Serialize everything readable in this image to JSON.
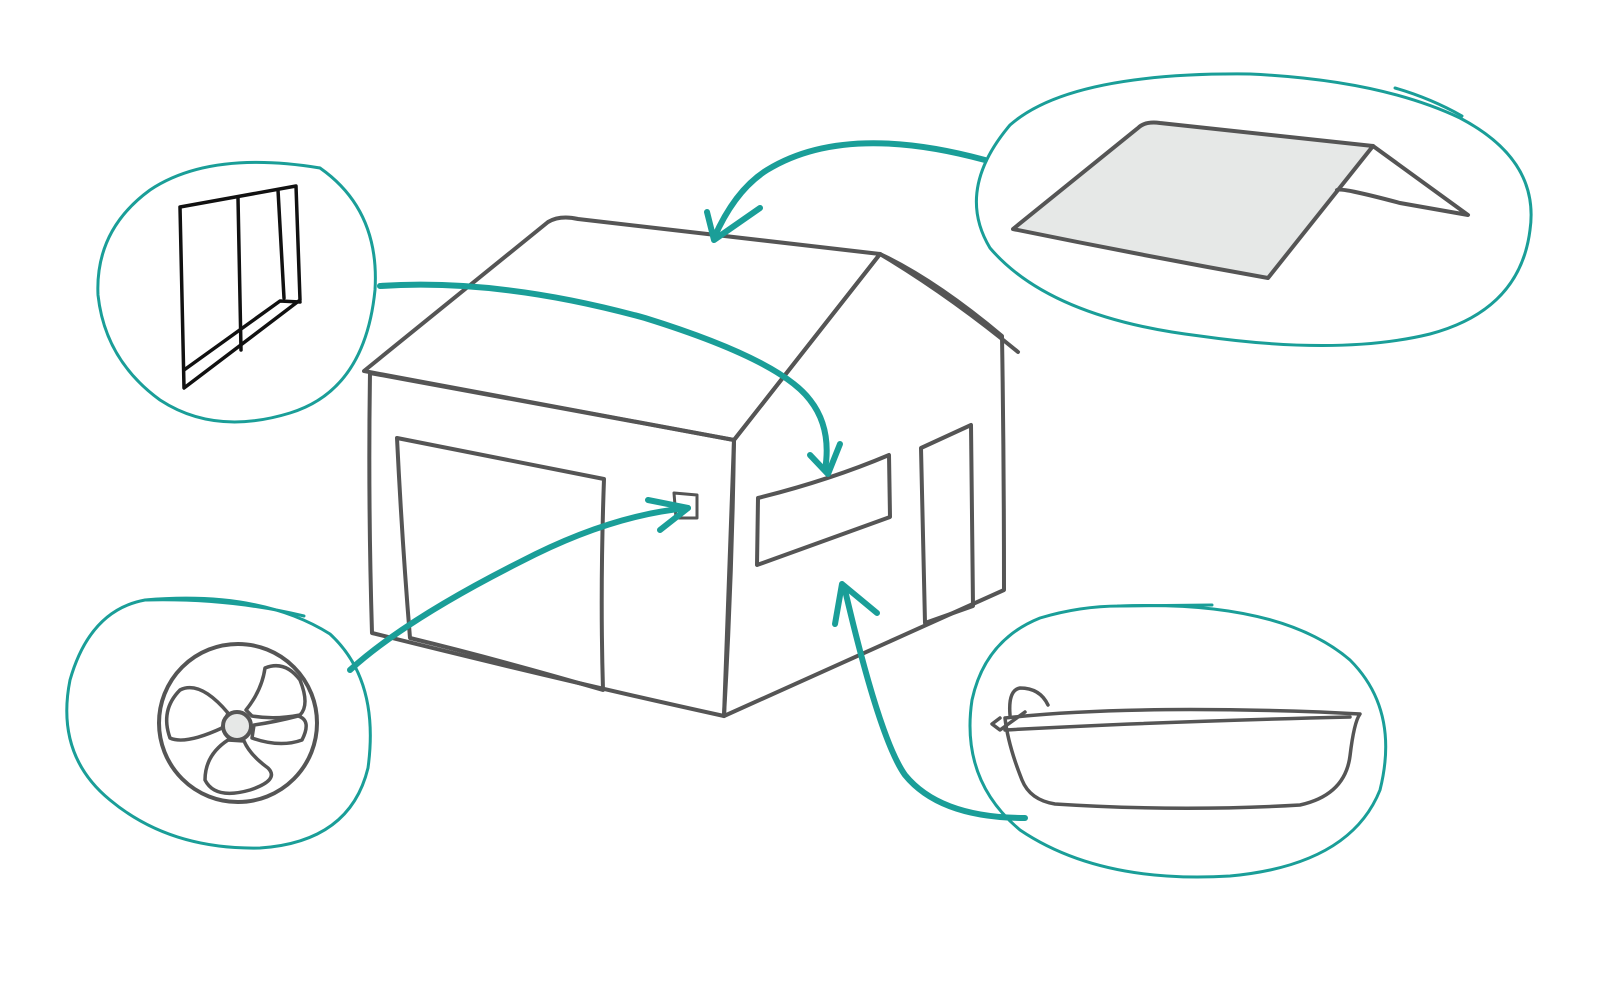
{
  "diagram": {
    "colors": {
      "accent": "#1a9e98",
      "outline": "#555555",
      "fill_light": "#e6e8e7",
      "fill_lighter": "#f3f4f3",
      "fan_blade": "#cfd1d3",
      "black": "#111111",
      "background": "#ffffff"
    },
    "callouts": [
      {
        "name": "window-callout",
        "icon": "window-icon"
      },
      {
        "name": "roof-callout",
        "icon": "roof-panel-icon"
      },
      {
        "name": "fan-callout",
        "icon": "fan-icon"
      },
      {
        "name": "tray-callout",
        "icon": "tray-icon"
      }
    ]
  }
}
